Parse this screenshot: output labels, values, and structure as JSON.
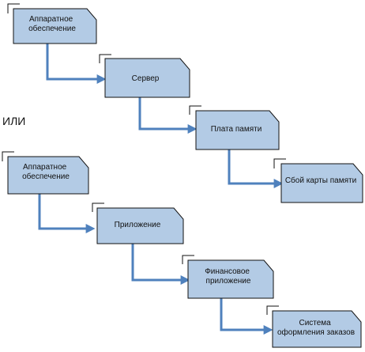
{
  "separator_label": "ИЛИ",
  "colors": {
    "node_fill": "#b3cbe5",
    "node_stroke": "#111111",
    "connector": "#4f81bd"
  },
  "chain_top": [
    {
      "label_lines": [
        "Аппаратное",
        "обеспечение"
      ]
    },
    {
      "label_lines": [
        "Сервер"
      ]
    },
    {
      "label_lines": [
        "Плата памяти"
      ]
    },
    {
      "label_lines": [
        "Сбой карты памяти"
      ]
    }
  ],
  "chain_bottom": [
    {
      "label_lines": [
        "Аппаратное",
        "обеспечение"
      ]
    },
    {
      "label_lines": [
        "Приложение"
      ]
    },
    {
      "label_lines": [
        "Финансовое",
        "приложение"
      ]
    },
    {
      "label_lines": [
        "Система",
        "оформления заказов"
      ]
    }
  ]
}
